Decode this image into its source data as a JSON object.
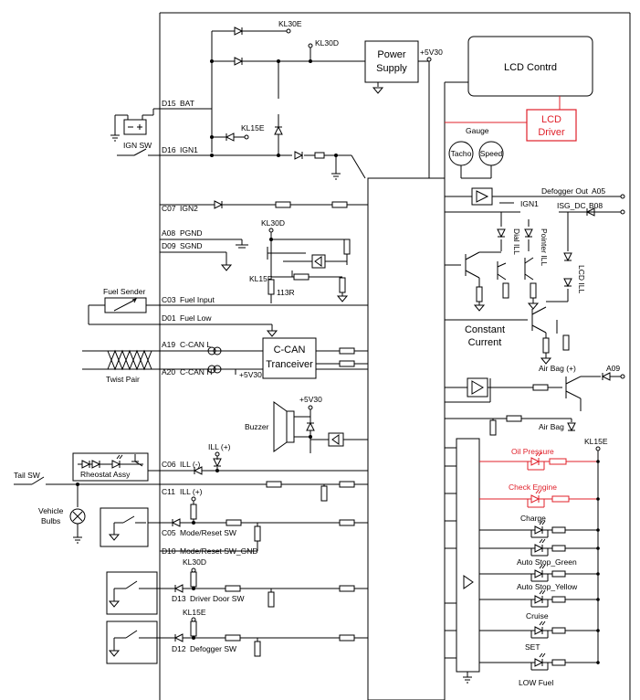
{
  "colors": {
    "line": "#000000",
    "highlight": "#e0202a",
    "background": "#ffffff"
  },
  "pins": {
    "d15": "D15",
    "d15_name": "BAT",
    "d16": "D16",
    "d16_name": "IGN1",
    "c07": "C07",
    "c07_name": "IGN2",
    "a08": "A08",
    "a08_name": "PGND",
    "d09": "D09",
    "d09_name": "SGND",
    "c03": "C03",
    "c03_name": "Fuel Input",
    "d01": "D01",
    "d01_name": "Fuel Low",
    "a19": "A19",
    "a19_name": "C-CAN L",
    "a20": "A20",
    "a20_name": "C-CAN H",
    "c06": "C06",
    "c06_name": "ILL (-)",
    "c11": "C11",
    "c11_name": "ILL (+)",
    "c05": "C05",
    "c05_name": "Mode/Reset SW",
    "d10": "D10",
    "d10_name": "Mode/Reset SW_GND",
    "d13": "D13",
    "d13_name": "Driver Door SW",
    "d12": "D12",
    "d12_name": "Defogger SW"
  },
  "blocks": {
    "power_supply_1": "Power",
    "power_supply_2": "Supply",
    "lcd_control": "LCD Contrd",
    "lcd_driver_1": "LCD",
    "lcd_driver_2": "Driver",
    "ccan_1": "C-CAN",
    "ccan_2": "Tranceiver",
    "constant_current_1": "Constant",
    "constant_current_2": "Current"
  },
  "labels": {
    "kl30e": "KL30E",
    "kl30d": "KL30D",
    "kl15e": "KL15E",
    "kl15f": "KL15F",
    "plus5v30": "+5V30",
    "plus5v30_can": "+5V30",
    "plus5v30_buzzer": "+5V30",
    "r113": "113R",
    "ign_sw": "IGN SW",
    "fuel_sender": "Fuel Sender",
    "twist_pair": "Twist Pair",
    "buzzer": "Buzzer",
    "ill_plus": "ILL (+)",
    "rheostat": "Rheostat Assy",
    "tail_sw": "Tail SW",
    "vehicle_1": "Vehicle",
    "vehicle_2": "Bulbs",
    "gauge": "Gauge",
    "tacho": "Tacho",
    "speed": "Speed",
    "defogger_out": "Defogger Out",
    "a05": "A05",
    "ign1_right": "IGN1",
    "isg_dc": "ISG_DC",
    "b08": "B08",
    "dial_ill": "Dial ILL",
    "pointer_ill": "Pointer ILL",
    "lcd_ill": "LCD ILL",
    "air_bag_plus": "Air Bag (+)",
    "a09": "A09",
    "air_bag": "Air Bag",
    "kl15e_right": "KL15E"
  },
  "warning_lamps": [
    {
      "label": "Oil Pressure",
      "highlighted": true
    },
    {
      "label": "Check Engine",
      "highlighted": true
    },
    {
      "label": "Charge",
      "highlighted": false
    },
    {
      "label": "Auto Stop_Green",
      "highlighted": false
    },
    {
      "label": "Auto Stop_Yellow",
      "highlighted": false
    },
    {
      "label": "Cruise",
      "highlighted": false
    },
    {
      "label": "SET",
      "highlighted": false
    },
    {
      "label": "LOW Fuel",
      "highlighted": false
    }
  ]
}
